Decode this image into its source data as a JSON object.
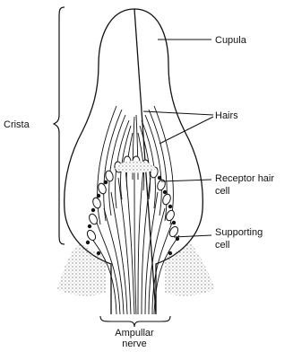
{
  "labels": {
    "crista": "Crista",
    "cupula": "Cupula",
    "hairs": "Hairs",
    "receptor_line1": "Receptor hair",
    "receptor_line2": "cell",
    "supporting_line1": "Supporting",
    "supporting_line2": "cell",
    "nerve_line1": "Ampullar",
    "nerve_line2": "nerve"
  },
  "colors": {
    "ink": "#111111",
    "stipple": "#8a8a8a",
    "background": "#ffffff"
  }
}
